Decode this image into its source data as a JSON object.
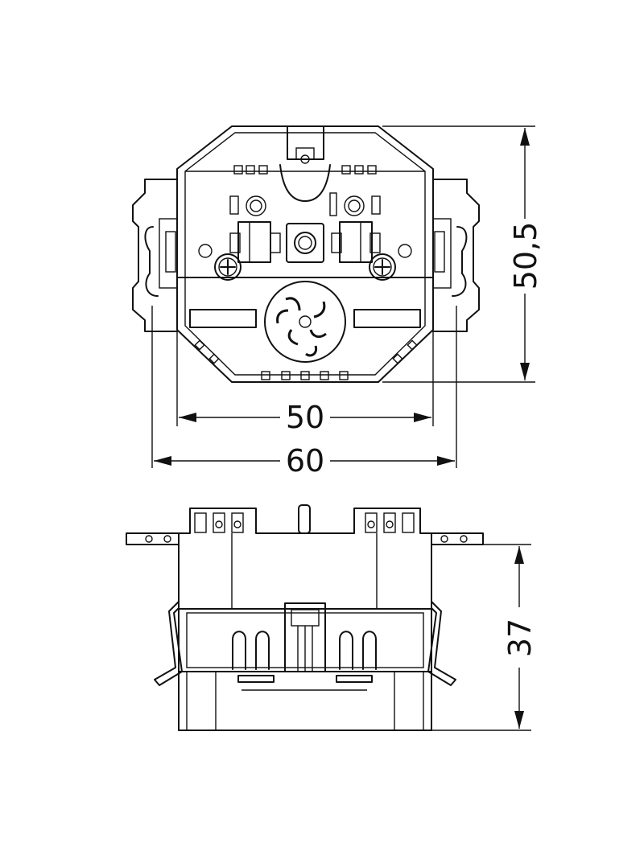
{
  "dimensions": {
    "inner_width": "50",
    "outer_width": "60",
    "height": "50,5",
    "depth": "37"
  },
  "colors": {
    "line": "#111111",
    "background": "#ffffff"
  }
}
